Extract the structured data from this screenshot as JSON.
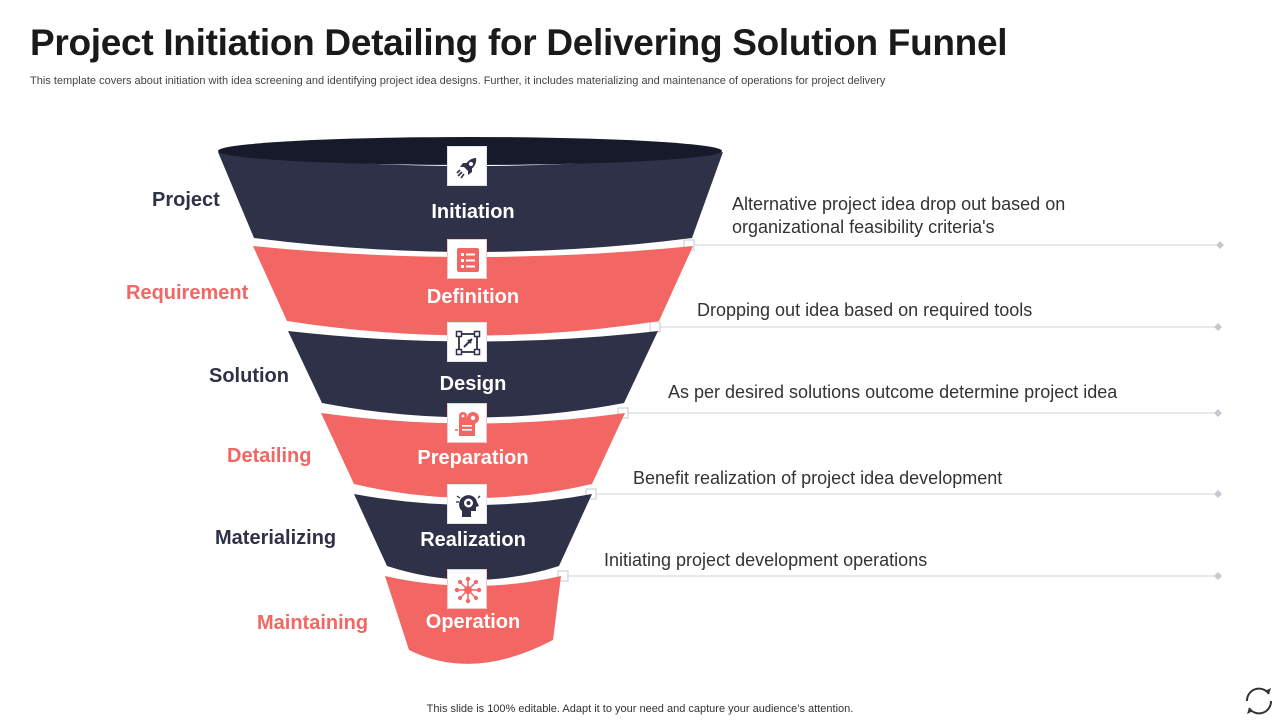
{
  "title": "Project Initiation Detailing for Delivering Solution Funnel",
  "subtitle": "This template covers about initiation with idea screening  and identifying project idea designs. Further, it includes materializing and maintenance of operations  for project delivery",
  "footer": "This slide is 100% editable. Adapt it to your need and capture your audience’s attention.",
  "colors": {
    "dark": "#2e3148",
    "red": "#f26663",
    "line": "#dcdce2"
  },
  "left_labels": [
    "Project",
    "Requirement",
    "Solution",
    "Detailing",
    "Materializing",
    "Maintaining"
  ],
  "stages": [
    {
      "label": "Initiation",
      "icon": "rocket-icon",
      "color": "dark"
    },
    {
      "label": "Definition",
      "icon": "checklist-icon",
      "color": "red"
    },
    {
      "label": "Design",
      "icon": "design-tool-icon",
      "color": "dark"
    },
    {
      "label": "Preparation",
      "icon": "settings-document-icon",
      "color": "red"
    },
    {
      "label": "Realization",
      "icon": "head-gear-icon",
      "color": "dark"
    },
    {
      "label": "Operation",
      "icon": "network-icon",
      "color": "red"
    }
  ],
  "descriptions": [
    [
      "Alternative project idea drop out based on",
      "organizational feasibility criteria's"
    ],
    [
      "Dropping out idea based on required tools"
    ],
    [
      "As per desired solutions outcome determine project idea"
    ],
    [
      "Benefit realization of project idea development"
    ],
    [
      "Initiating project development operations"
    ]
  ]
}
